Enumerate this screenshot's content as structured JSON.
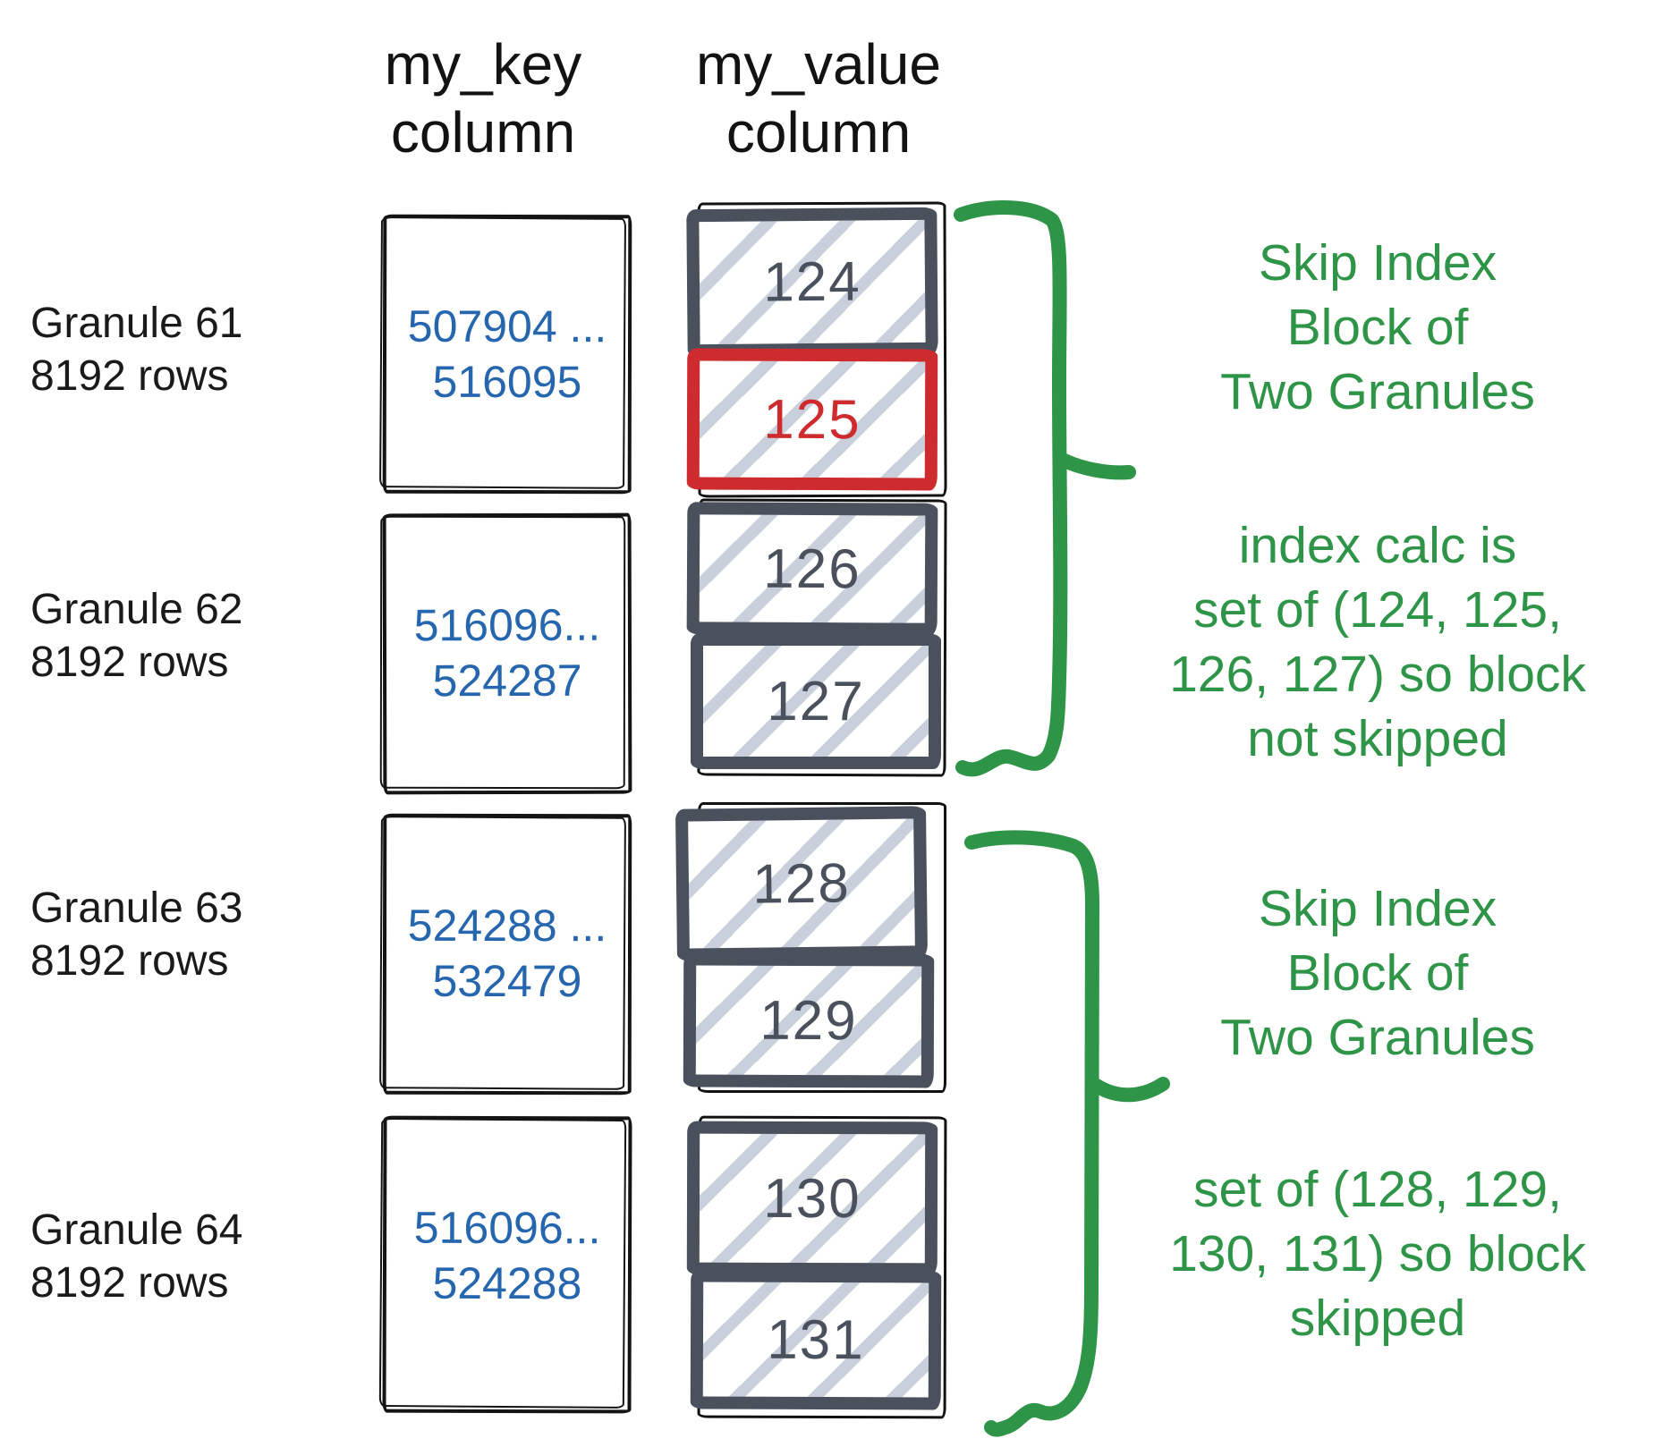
{
  "columns": {
    "key": {
      "line1": "my_key",
      "line2": "column"
    },
    "value": {
      "line1": "my_value",
      "line2": "column"
    }
  },
  "granules": [
    {
      "name": "Granule 61",
      "rows": "8192 rows",
      "key_range_line1": "507904 ...",
      "key_range_line2": "516095",
      "blocks": [
        "124",
        "125"
      ]
    },
    {
      "name": "Granule 62",
      "rows": "8192 rows",
      "key_range_line1": "516096...",
      "key_range_line2": "524287",
      "blocks": [
        "126",
        "127"
      ]
    },
    {
      "name": "Granule 63",
      "rows": "8192 rows",
      "key_range_line1": "524288 ...",
      "key_range_line2": "532479",
      "blocks": [
        "128",
        "129"
      ]
    },
    {
      "name": "Granule 64",
      "rows": "8192 rows",
      "key_range_line1": "516096...",
      "key_range_line2": "524288",
      "blocks": [
        "130",
        "131"
      ]
    }
  ],
  "highlight": {
    "block": "125",
    "color": "#CE2B2F"
  },
  "annotations": [
    {
      "lines": [
        "Skip Index",
        "Block of",
        "Two Granules"
      ]
    },
    {
      "lines": [
        "index calc is",
        "set of (124, 125,",
        "126, 127) so block",
        "not skipped"
      ]
    },
    {
      "lines": [
        "Skip Index",
        "Block of",
        "Two Granules"
      ]
    },
    {
      "lines": [
        "set of (128, 129,",
        "130, 131) so block",
        "skipped"
      ]
    }
  ],
  "colors": {
    "annotation_green": "#2E9447",
    "highlight_red": "#CE2B2F",
    "key_range_blue": "#2566AE",
    "block_border_slate": "#4A515C",
    "hatch_stripe": "#C9CFDB",
    "outline_black": "#111111"
  }
}
